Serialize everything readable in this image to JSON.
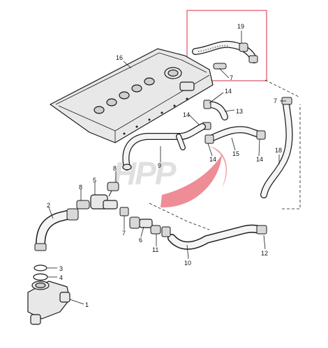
{
  "diagram": {
    "callouts": [
      {
        "id": "c1",
        "label": "1"
      },
      {
        "id": "c2",
        "label": "2"
      },
      {
        "id": "c3",
        "label": "3"
      },
      {
        "id": "c4",
        "label": "4"
      },
      {
        "id": "c5",
        "label": "5"
      },
      {
        "id": "c6",
        "label": "6"
      },
      {
        "id": "c7a",
        "label": "7"
      },
      {
        "id": "c7b",
        "label": "7"
      },
      {
        "id": "c7c",
        "label": "7"
      },
      {
        "id": "c8a",
        "label": "8"
      },
      {
        "id": "c8b",
        "label": "8"
      },
      {
        "id": "c9",
        "label": "9"
      },
      {
        "id": "c10",
        "label": "10"
      },
      {
        "id": "c11",
        "label": "11"
      },
      {
        "id": "c12",
        "label": "12"
      },
      {
        "id": "c13",
        "label": "13"
      },
      {
        "id": "c14a",
        "label": "14"
      },
      {
        "id": "c14b",
        "label": "14"
      },
      {
        "id": "c14c",
        "label": "14"
      },
      {
        "id": "c14d",
        "label": "14"
      },
      {
        "id": "c15",
        "label": "15"
      },
      {
        "id": "c16",
        "label": "16"
      },
      {
        "id": "c18",
        "label": "18"
      },
      {
        "id": "c19",
        "label": "19"
      }
    ],
    "highlight_color": "#e05060",
    "watermark": {
      "text": "HPP",
      "color": "#c8c8c8",
      "accent": "#e03040"
    }
  }
}
